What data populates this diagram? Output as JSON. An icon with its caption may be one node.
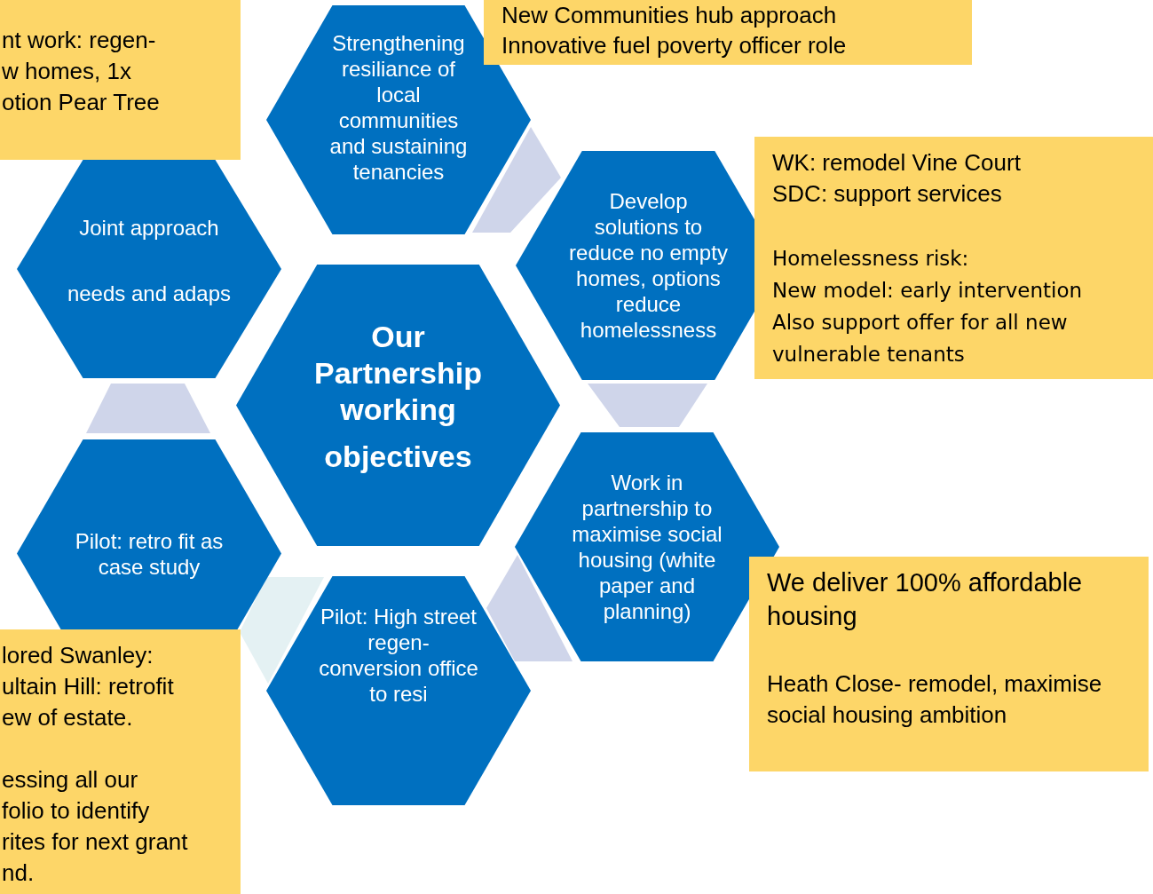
{
  "diagram": {
    "nodes": [
      {
        "text": [
          "nt work: regen-",
          "w homes, 1x",
          "otion Pear Tree"
        ]
      },
      {
        "text": [
          "New Communities hub approach",
          "Innovative fuel poverty officer role"
        ]
      },
      {
        "text": [
          "Strengthening resiliance of local communities and sustaining tenancies"
        ]
      },
      {
        "text": [
          "WK: remodel Vine Court",
          "SDC: support services",
          "Homelessness risk:",
          "New model: early intervention",
          "Also support offer for all new vulnerable tenants"
        ]
      },
      {
        "text": [
          "Joint approach",
          "needs and adaps"
        ]
      },
      {
        "text": [
          "Develop solutions to reduce no empty homes, options reduce homelessness"
        ]
      },
      {
        "text": [
          "Our Partnership working",
          "objectives"
        ]
      },
      {
        "text": [
          "Work in partnership to maximise social housing (white paper and planning)"
        ]
      },
      {
        "text": [
          "Pilot: retro fit as case study"
        ]
      },
      {
        "text": [
          "We deliver 100% affordable housing",
          "Heath Close- remodel, maximise social housing ambition"
        ]
      },
      {
        "text": [
          "lored Swanley:",
          "ultain Hill: retrofit",
          "ew of estate.",
          "essing all our",
          "folio to identify",
          "rites for next grant",
          "nd."
        ]
      },
      {
        "text": [
          "Pilot: High street regen- conversion office to resi"
        ]
      }
    ],
    "edges": [
      {
        "from": 2,
        "to": 5,
        "arrow": "none"
      },
      {
        "from": 5,
        "to": 7,
        "arrow": "none"
      },
      {
        "from": 7,
        "to": 11,
        "arrow": "none"
      },
      {
        "from": 11,
        "to": 8,
        "arrow": "none",
        "color": "#e4f1f3"
      },
      {
        "from": 8,
        "to": 4,
        "arrow": "none"
      }
    ]
  }
}
